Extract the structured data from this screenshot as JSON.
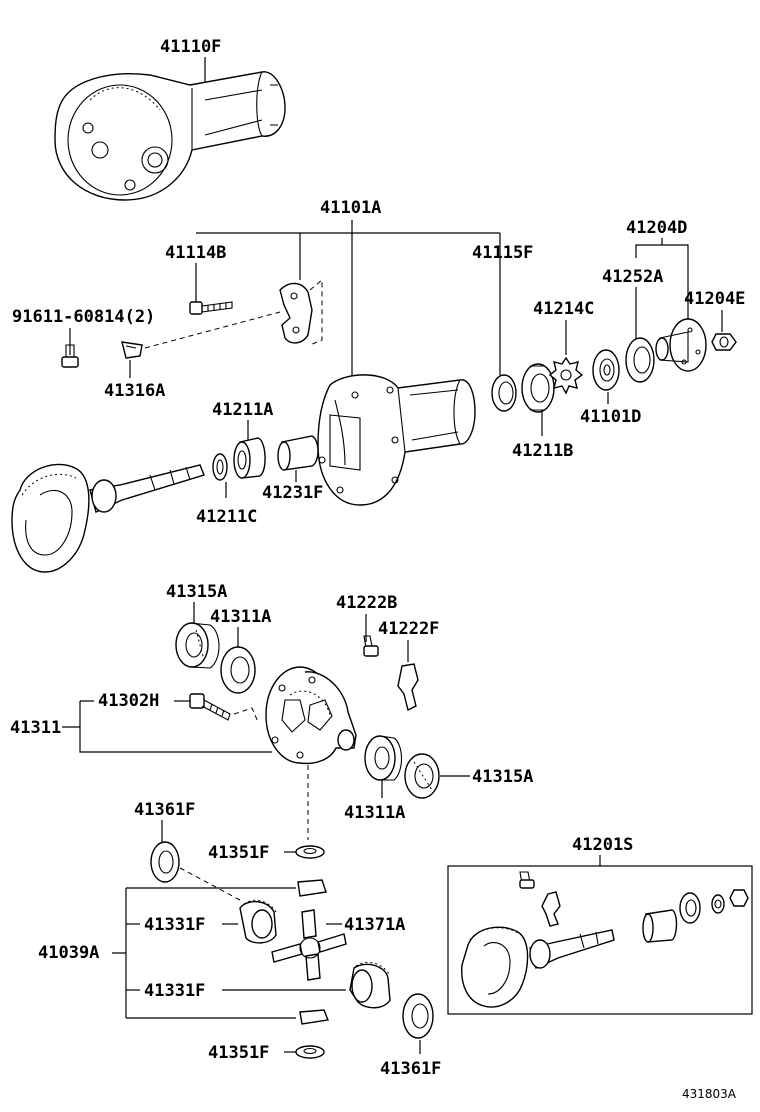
{
  "labels": {
    "p41110F": "41110F",
    "p41101A": "41101A",
    "p41114B": "41114B",
    "p41115F": "41115F",
    "p41204D": "41204D",
    "p41252A": "41252A",
    "p41204E": "41204E",
    "p41214C": "41214C",
    "p91611": "91611-60814(2)",
    "p41316A": "41316A",
    "p41211A": "41211A",
    "p41231F": "41231F",
    "p41211C": "41211C",
    "p41211B": "41211B",
    "p41101D": "41101D",
    "p41315A_top": "41315A",
    "p41311A_top": "41311A",
    "p41222B": "41222B",
    "p41222F": "41222F",
    "p41302H": "41302H",
    "p41311": "41311",
    "p41315A_right": "41315A",
    "p41311A_bottom": "41311A",
    "p41361F_top": "41361F",
    "p41351F_top": "41351F",
    "p41201S": "41201S",
    "p41331F_top": "41331F",
    "p41371A": "41371A",
    "p41039A": "41039A",
    "p41331F_bottom": "41331F",
    "p41351F_bottom": "41351F",
    "p41361F_bottom": "41361F"
  },
  "reference_code": "431803A"
}
